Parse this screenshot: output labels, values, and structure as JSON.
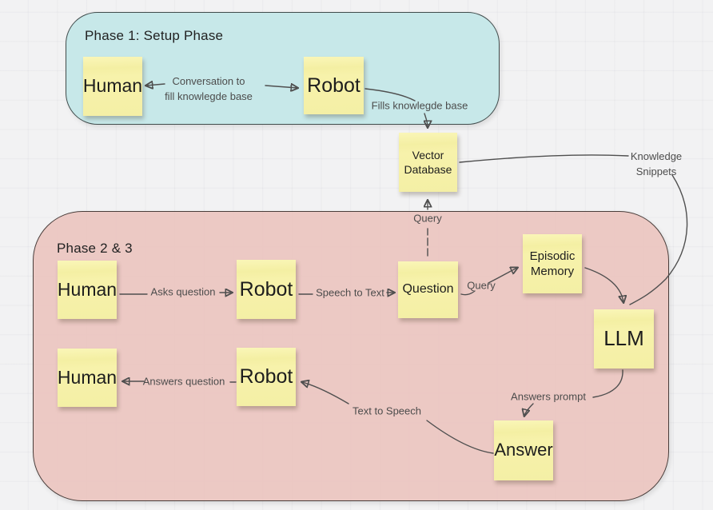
{
  "app": {
    "type": "whiteboard-diagram",
    "canvas_background": "#f2f2f3",
    "sticky_color": "#f6f1a8",
    "line_color": "#4f4f4f"
  },
  "phases": {
    "phase1": {
      "title": "Phase 1: Setup Phase",
      "fill": "#c5e7e8"
    },
    "phase2": {
      "title": "Phase 2 & 3",
      "fill": "#ebc6c0"
    }
  },
  "stickies": [
    {
      "id": "p1-human",
      "label": "Human"
    },
    {
      "id": "p1-robot",
      "label": "Robot"
    },
    {
      "id": "vector-db",
      "label": "Vector\nDatabase"
    },
    {
      "id": "p2-human-top",
      "label": "Human"
    },
    {
      "id": "p2-robot-top",
      "label": "Robot"
    },
    {
      "id": "question",
      "label": "Question"
    },
    {
      "id": "episodic-memory",
      "label": "Episodic\nMemory"
    },
    {
      "id": "llm",
      "label": "LLM"
    },
    {
      "id": "p2-human-bottom",
      "label": "Human"
    },
    {
      "id": "p2-robot-bottom",
      "label": "Robot"
    },
    {
      "id": "answer",
      "label": "Answer"
    }
  ],
  "connector_labels": [
    {
      "id": "conversation",
      "text": "Conversation to\nfill knowlegde base"
    },
    {
      "id": "fills-knowledge-base",
      "text": "Fills knowlegde base"
    },
    {
      "id": "knowledge-snippets",
      "text": "Knowledge Snippets"
    },
    {
      "id": "query-to-vector-db",
      "text": "Query"
    },
    {
      "id": "asks-question",
      "text": "Asks question"
    },
    {
      "id": "speech-to-text",
      "text": "Speech to Text"
    },
    {
      "id": "query-to-episodic",
      "text": "Query"
    },
    {
      "id": "answers-question",
      "text": "Answers question"
    },
    {
      "id": "answers-prompt",
      "text": "Answers prompt"
    },
    {
      "id": "text-to-speech",
      "text": "Text to Speech"
    }
  ]
}
